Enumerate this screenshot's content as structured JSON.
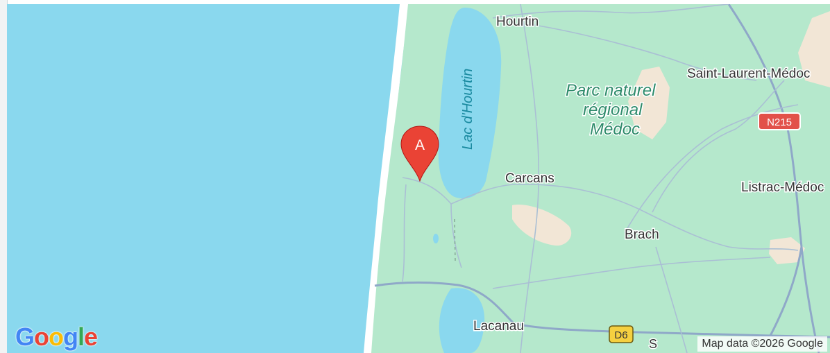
{
  "map": {
    "labels": {
      "hourtin": "Hourtin",
      "lac_hourtin": "Lac d'Hourtin",
      "parc_line1": "Parc naturel",
      "parc_line2": "régional",
      "parc_line3": "Médoc",
      "saint_laurent": "Saint-Laurent-Médoc",
      "listrac": "Listrac-Médoc",
      "carcans": "Carcans",
      "brach": "Brach",
      "lacanau": "Lacanau",
      "stub": "S"
    },
    "shields": {
      "n215": "N215",
      "d6": "D6"
    },
    "marker": {
      "letter": "A",
      "color": "#ea4335"
    },
    "logo": {
      "letters": [
        "G",
        "o",
        "o",
        "g",
        "l",
        "e"
      ],
      "colors": [
        "#4285f4",
        "#ea4335",
        "#fbbc05",
        "#4285f4",
        "#34a853",
        "#ea4335"
      ]
    },
    "attribution": "Map data ©2026 Google",
    "colors": {
      "water": "#8ad8ee",
      "land": "#b5e8cc",
      "urban": "#f2e6d6",
      "road": "#8fa8c8",
      "minor_road": "#aabfd4"
    }
  }
}
